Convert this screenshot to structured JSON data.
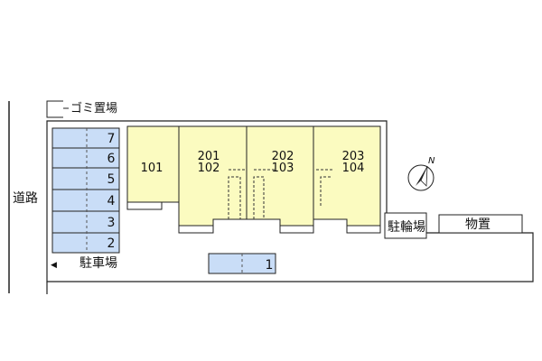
{
  "labels": {
    "road": "道路",
    "trash": "ゴミ置場",
    "parking": "駐車場",
    "bicycle": "駐輪場",
    "storage": "物置",
    "compass_letter": "N"
  },
  "parking_slots": [
    "7",
    "6",
    "5",
    "4",
    "3",
    "2"
  ],
  "parking_slot_extra": "1",
  "units": [
    {
      "top": "",
      "bottom": "101"
    },
    {
      "top": "201",
      "bottom": "102"
    },
    {
      "top": "202",
      "bottom": "103"
    },
    {
      "top": "203",
      "bottom": "104"
    }
  ],
  "colors": {
    "building": "#fbfbc0",
    "parking": "#c9ddf7",
    "line": "#222222"
  }
}
